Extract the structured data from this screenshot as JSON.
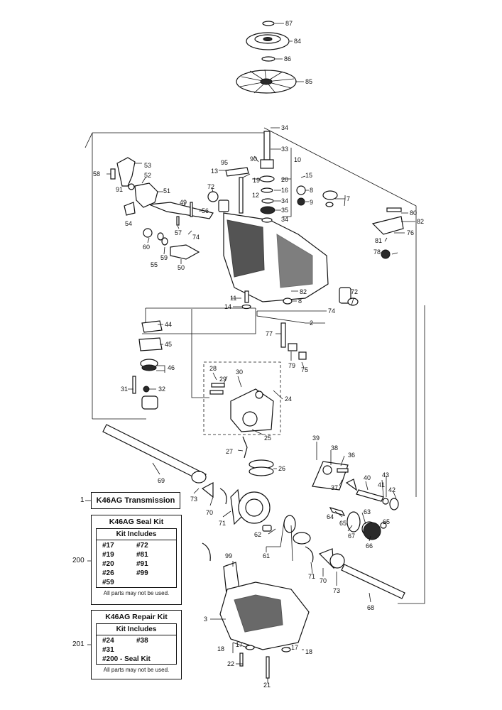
{
  "callouts": {
    "n87": "87",
    "n84": "84",
    "n86": "86",
    "n85": "85",
    "n34a": "34",
    "n33": "33",
    "n10": "10",
    "n95": "95",
    "n90": "90",
    "n13": "13",
    "n19": "19",
    "n20": "20",
    "n15": "15",
    "n16": "16",
    "n12": "12",
    "n34b": "34",
    "n8a": "8",
    "n35": "35",
    "n9a": "9",
    "n34c": "34",
    "n7": "7",
    "n53": "53",
    "n58": "58",
    "n52": "52",
    "n91": "91",
    "n51": "51",
    "n72a": "72",
    "n49": "49",
    "n56": "56",
    "n54": "54",
    "n57": "57",
    "n74a": "74",
    "n60": "60",
    "n59": "59",
    "n55": "55",
    "n50": "50",
    "n80": "80",
    "n82a": "82",
    "n81": "81",
    "n76": "76",
    "n78": "78",
    "n11": "11",
    "n14": "14",
    "n82b": "82",
    "n8b": "8",
    "n74b": "74",
    "n72b": "72",
    "n2": "2",
    "n44": "44",
    "n45": "45",
    "n46": "46",
    "n31": "31",
    "n32": "32",
    "n28": "28",
    "n29": "29",
    "n30": "30",
    "n24": "24",
    "n25": "25",
    "n77": "77",
    "n79": "79",
    "n75": "75",
    "n27": "27",
    "n39": "39",
    "n38": "38",
    "n36": "36",
    "n26": "26",
    "n69": "69",
    "n37": "37",
    "n40": "40",
    "n43": "43",
    "n41": "41",
    "n42": "42",
    "n73a": "73",
    "n70a": "70",
    "n71a": "71",
    "n64": "64",
    "n63": "63",
    "n65a": "65",
    "n65b": "65",
    "n67": "67",
    "n66": "66",
    "n62": "62",
    "n61": "61",
    "n99": "99",
    "n71b": "71",
    "n70b": "70",
    "n73b": "73",
    "n68": "68",
    "n3": "3",
    "n17a": "17",
    "n18a": "18",
    "n22": "22",
    "n17b": "17",
    "n18b": "18",
    "n21": "21"
  },
  "item1": {
    "num": "1",
    "label": "K46AG Transmission"
  },
  "seal_kit": {
    "num": "200",
    "title": "K46AG Seal Kit",
    "includes": "Kit Includes",
    "items": [
      "#17",
      "#72",
      "#19",
      "#81",
      "#20",
      "#91",
      "#26",
      "#99",
      "#59",
      ""
    ],
    "note": "All parts may not be used."
  },
  "repair_kit": {
    "num": "201",
    "title": "K46AG Repair Kit",
    "includes": "Kit Includes",
    "items": [
      "#24",
      "#38",
      "#31",
      "",
      "#200 - Seal Kit",
      ""
    ],
    "note": "All parts may not be used."
  }
}
